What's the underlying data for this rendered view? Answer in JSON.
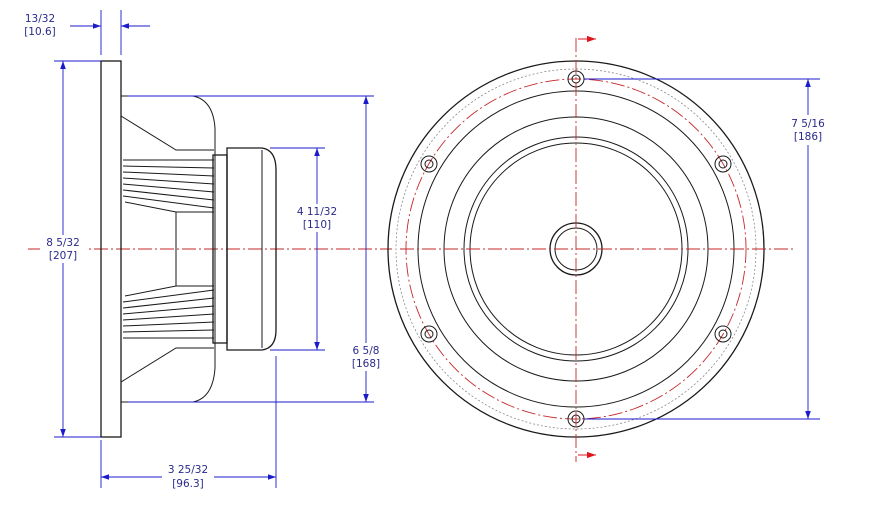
{
  "dimensions": {
    "flange_thickness": {
      "imperial": "13/32",
      "metric": "[10.6]"
    },
    "overall_height": {
      "imperial": "8 5/32",
      "metric": "[207]"
    },
    "magnet_diameter": {
      "imperial": "4 11/32",
      "metric": "[110]"
    },
    "baffle_cutout": {
      "imperial": "6 5/8",
      "metric": "[168]"
    },
    "bolt_circle": {
      "imperial": "7 5/16",
      "metric": "[186]"
    },
    "mounting_depth": {
      "imperial": "3 25/32",
      "metric": "[96.3]"
    }
  },
  "colors": {
    "dimension": "#1b1bcc",
    "centerline": "#c4282a",
    "outline": "#1a1a1a"
  }
}
